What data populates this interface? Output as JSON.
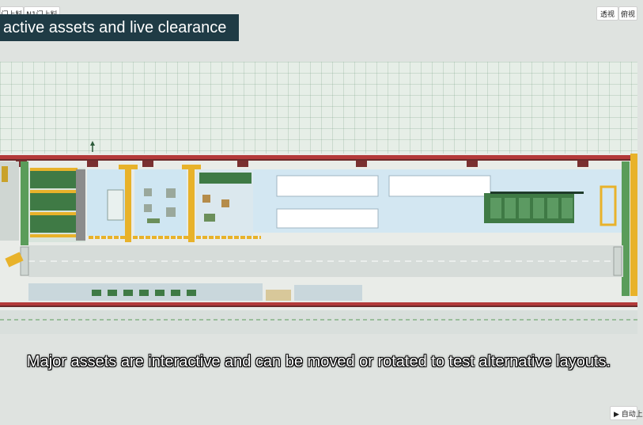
{
  "toolbar": {
    "left_buttons": [
      "门上料",
      "N1门上料"
    ],
    "view_perspective": "透视",
    "view_top": "俯视"
  },
  "banner": {
    "title": "active assets and live clearance"
  },
  "subtitle": "Major assets are interactive and can be moved or rotated to test alternative layouts.",
  "auto_button": "▶ 自动上",
  "colors": {
    "banner_bg": "#1f3b45",
    "grid_bg": "#e6eee7",
    "rail_red": "#b33a3a",
    "machine_green": "#3f7a45",
    "gantry_yellow": "#e8b22a",
    "zone_blue": "#cfe6f2"
  }
}
